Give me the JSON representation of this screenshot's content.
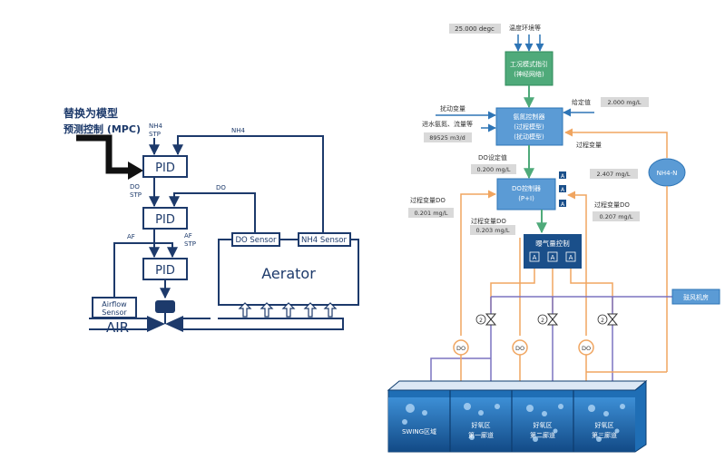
{
  "left": {
    "mpc_label_1": "替换为模型",
    "mpc_label_2": "预测控制 (MPC)",
    "nh4_stp_1": "NH4",
    "nh4_stp_2": "STP",
    "nh4_top": "NH4",
    "pid": "PID",
    "do_stp_1": "DO",
    "do_stp_2": "STP",
    "do_top": "DO",
    "af": "AF",
    "af_stp_1": "AF",
    "af_stp_2": "STP",
    "do_sensor": "DO Sensor",
    "nh4_sensor": "NH4 Sensor",
    "aerator": "Aerator",
    "airflow_1": "Airflow",
    "airflow_2": "Sensor",
    "air": "AIR"
  },
  "right": {
    "temp_value": "25.000 degc",
    "env_label": "温度环境等",
    "work_cond_1": "工况模式指引",
    "work_cond_2": "(神经网络)",
    "disturb_label": "扰动变量",
    "inflow_label": "进水氨氮、流量等",
    "inflow_value": "89525 m3/d",
    "setpoint_label": "给定值",
    "setpoint_value": "2.000 mg/L",
    "ammonia_ctrl_1": "氨氮控制器",
    "ammonia_ctrl_2": "(过程模型)",
    "ammonia_ctrl_3": "(扰动模型)",
    "process_var": "过程变量",
    "nh4_value": "2.407 mg/L",
    "nh4_sensor": "NH4-N",
    "do_setpoint_label": "DO设定值",
    "do_setpoint_value": "0.200 mg/L",
    "do_ctrl_1": "DO控制器",
    "do_ctrl_2": "(P+I)",
    "a_badge": "A",
    "pv_do_left_label": "过程变量DO",
    "pv_do_left_value": "0.201 mg/L",
    "pv_do_mid_label": "过程变量DO",
    "pv_do_mid_value": "0.203 mg/L",
    "pv_do_right_label": "过程变量DO",
    "pv_do_right_value": "0.207 mg/L",
    "aeration_ctrl": "曝气量控制",
    "blower": "鼓风机房",
    "do_probe": "DO",
    "valve_badge": "2",
    "tank_swing": "SWING区域",
    "tank_zone": "好氧区",
    "tank_1": "第一廊道",
    "tank_2": "第二廊道",
    "tank_3": "第三廊道"
  },
  "colors": {
    "navy": "#1d3a6b",
    "mid_blue": "#1a4f8a",
    "panel_blue": "#5b9bd5",
    "green": "#4faa7a",
    "orange": "#f0a560",
    "purple": "#7b73c0",
    "water": "#1f6eb5",
    "gray_box": "#d9d9d9"
  }
}
